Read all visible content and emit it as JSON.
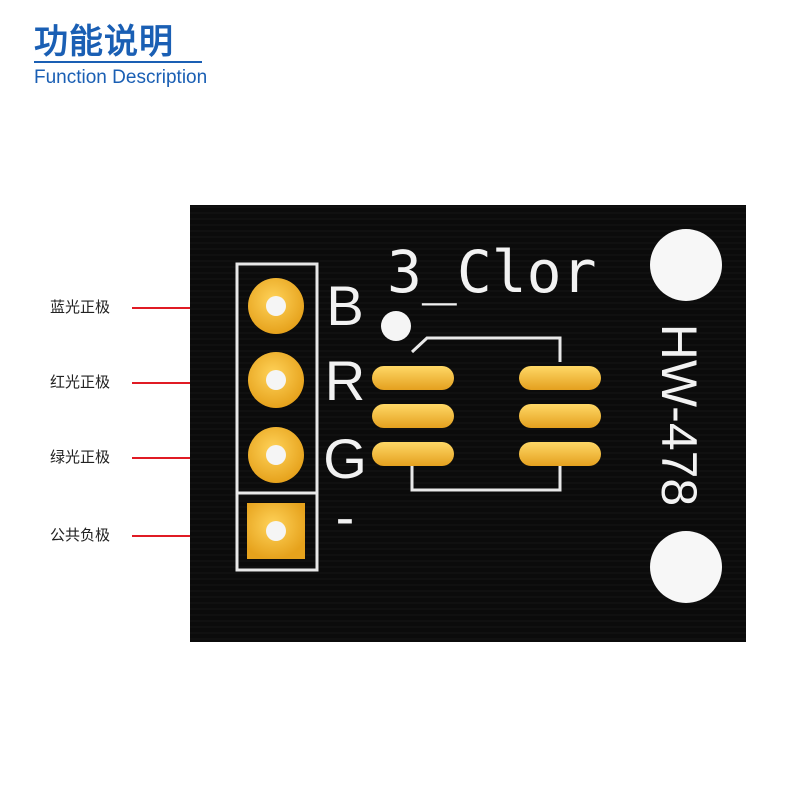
{
  "header": {
    "title_zh": "功能说明",
    "title_en": "Function Description"
  },
  "pins": [
    {
      "label": "蓝光正极",
      "letter": "B"
    },
    {
      "label": "红光正极",
      "letter": "R"
    },
    {
      "label": "绿光正极",
      "letter": "G"
    },
    {
      "label": "公共负极",
      "letter": "-"
    }
  ],
  "board": {
    "silkscreen_title": "3_Clor",
    "model": "HW-478"
  },
  "colors": {
    "accent_blue": "#1a5fb4",
    "leader_red": "#e01b24",
    "pcb_black": "#0b0b0b",
    "gold_pad": "#f0b42a"
  }
}
